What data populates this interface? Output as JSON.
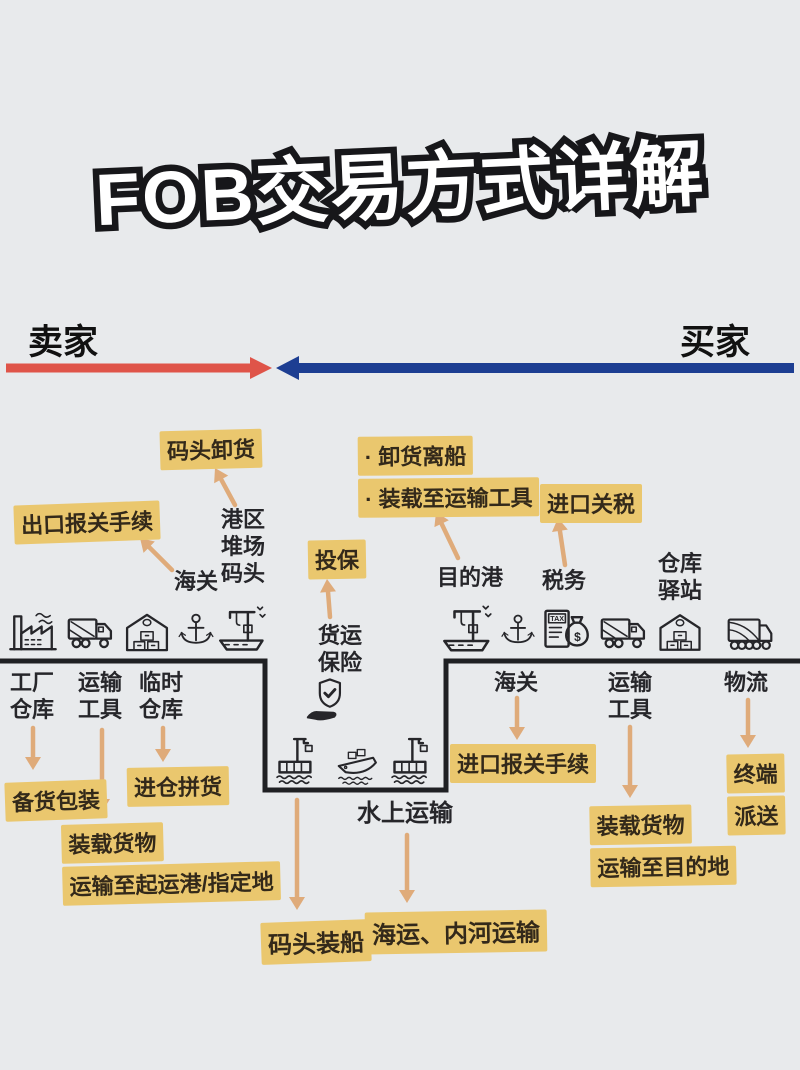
{
  "title": "FOB交易方式详解",
  "roles": {
    "seller": "卖家",
    "buyer": "买家"
  },
  "colors": {
    "background": "#e8eaec",
    "highlight": "#eac76e",
    "flow_arrow": "#dfab7a",
    "seller_arrow": "#df5449",
    "buyer_arrow": "#1d3e92",
    "divider_line": "#1f2023",
    "text": "#26262a",
    "title_fill": "#ffffff",
    "title_outline": "#17171a"
  },
  "seller_side": {
    "dock_unload": "码头卸货",
    "export_customs": "出口报关手续",
    "port_yard_lines": [
      "港区",
      "堆场",
      "码头"
    ],
    "customs": "海关",
    "insure": "投保",
    "cargo_insurance_lines": [
      "货运",
      "保险"
    ],
    "factory_warehouse_lines": [
      "工厂",
      "仓库"
    ],
    "transport_tool_lines": [
      "运输",
      "工具"
    ],
    "temp_warehouse_lines": [
      "临时",
      "仓库"
    ],
    "prepare_pack": "备货包装",
    "warehouse_consolidation": "进仓拼货",
    "load_goods_lines": [
      "装载货物",
      "运输至起运港/指定地"
    ],
    "dock_loading": "码头装船"
  },
  "middle": {
    "water_transport": "水上运输",
    "sea_river_transport": "海运、内河运输"
  },
  "buyer_side": {
    "unload_bullets": [
      "· 卸货离船",
      "· 装载至运输工具"
    ],
    "import_duty": "进口关税",
    "destination_port": "目的港",
    "tax": "税务",
    "warehouse_station_lines": [
      "仓库",
      "驿站"
    ],
    "customs": "海关",
    "transport_tool_lines": [
      "运输",
      "工具"
    ],
    "logistics": "物流",
    "import_customs": "进口报关手续",
    "load_goods_lines": [
      "装载货物",
      "运输至目的地"
    ],
    "terminal_delivery_lines": [
      "终端",
      "派送"
    ]
  },
  "icons": {
    "left_row": [
      "factory",
      "truck",
      "warehouse",
      "anchor",
      "port-crane"
    ],
    "right_row": [
      "port-crane",
      "anchor",
      "tax-money",
      "truck",
      "warehouse",
      "delivery-truck"
    ],
    "center": "shield-hand",
    "pit": [
      "crane-ship",
      "cargo-ship",
      "crane-ship"
    ]
  }
}
